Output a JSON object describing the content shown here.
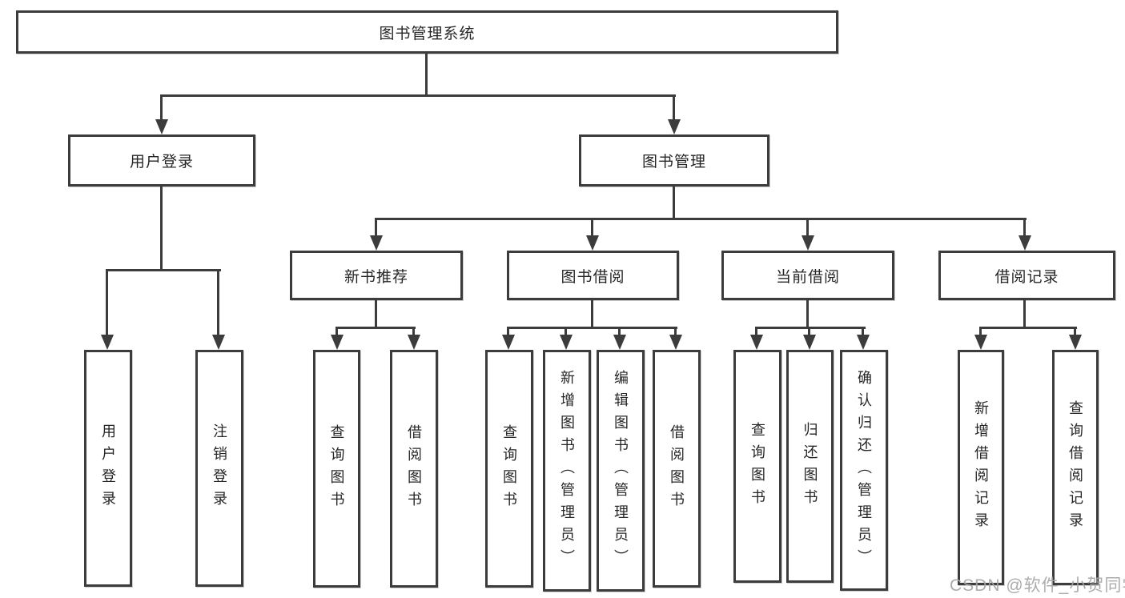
{
  "diagram": {
    "title": "图书管理系统",
    "type": "hierarchy-tree",
    "colors": {
      "background": "#ffffff",
      "line": "#3c3c3c",
      "box_border": "#3c3c3c",
      "text": "#262626",
      "watermark": "#a5a5a5"
    },
    "watermark": "CSDN @软件_小贺同学",
    "tree": {
      "label": "图书管理系统",
      "children": [
        {
          "label": "用户登录",
          "children": [
            {
              "label": "用户登录"
            },
            {
              "label": "注销登录"
            }
          ]
        },
        {
          "label": "图书管理",
          "children": [
            {
              "label": "新书推荐",
              "children": [
                {
                  "label": "查询图书"
                },
                {
                  "label": "借阅图书"
                }
              ]
            },
            {
              "label": "图书借阅",
              "children": [
                {
                  "label": "查询图书"
                },
                {
                  "label": "新增图书（管理员）"
                },
                {
                  "label": "编辑图书（管理员）"
                },
                {
                  "label": "借阅图书"
                }
              ]
            },
            {
              "label": "当前借阅",
              "children": [
                {
                  "label": "查询图书"
                },
                {
                  "label": "归还图书"
                },
                {
                  "label": "确认归还（管理员）"
                }
              ]
            },
            {
              "label": "借阅记录",
              "children": [
                {
                  "label": "新增借阅记录"
                },
                {
                  "label": "查询借阅记录"
                }
              ]
            }
          ]
        }
      ]
    }
  }
}
